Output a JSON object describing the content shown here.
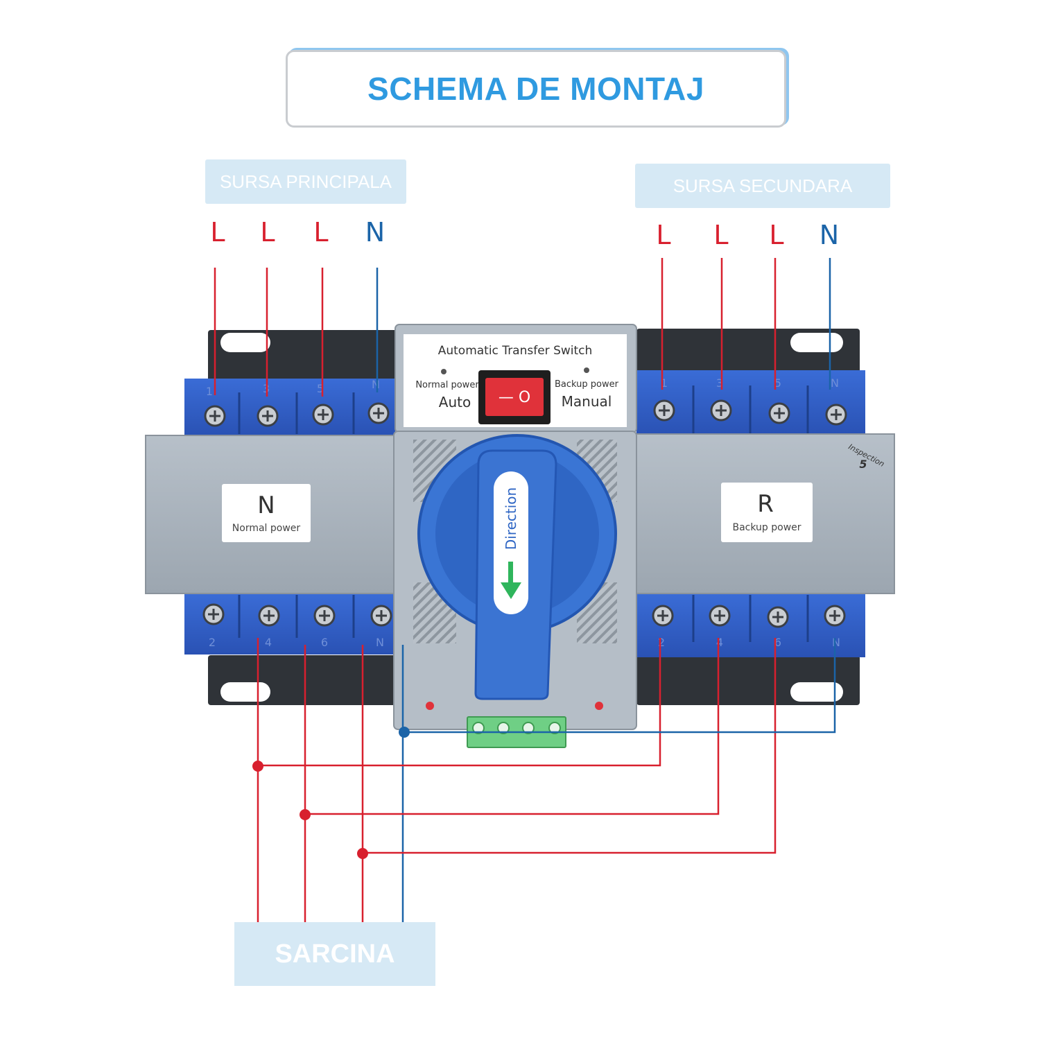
{
  "title": "SCHEMA DE MONTAJ",
  "primary_source": {
    "label": "SURSA PRINCIPALA",
    "terminals": [
      "L",
      "L",
      "L",
      "N"
    ],
    "top_numbers": [
      "1",
      "3",
      "5",
      "N"
    ],
    "bottom_numbers": [
      "2",
      "4",
      "6",
      "N"
    ]
  },
  "secondary_source": {
    "label": "SURSA SECUNDARA",
    "terminals": [
      "L",
      "L",
      "L",
      "N"
    ],
    "top_numbers": [
      "1",
      "3",
      "5",
      "N"
    ],
    "bottom_numbers": [
      "2",
      "4",
      "6",
      "N"
    ]
  },
  "load": {
    "label": "SARCINA"
  },
  "switch": {
    "panel_title": "Automatic Transfer Switch",
    "left_indicator": "Normal power",
    "right_indicator": "Backup power",
    "mode_left": "Auto",
    "mode_right": "Manual",
    "rocker_symbols": "— O",
    "handle_label": "Direction",
    "normal_badge_letter": "N",
    "normal_badge_text": "Normal power",
    "backup_badge_letter": "R",
    "backup_badge_text": "Backup power",
    "inspection_text": "Inspection",
    "inspection_number": "5"
  },
  "colors": {
    "phase_wire": "#d8202e",
    "neutral_wire": "#1b64a8",
    "title_text": "#2f9ae0",
    "label_background": "#d6e9f5",
    "terminal_blue": "#2f5ec8",
    "housing_grey": "#a9b3bd",
    "handle_blue": "#3a75d4"
  }
}
